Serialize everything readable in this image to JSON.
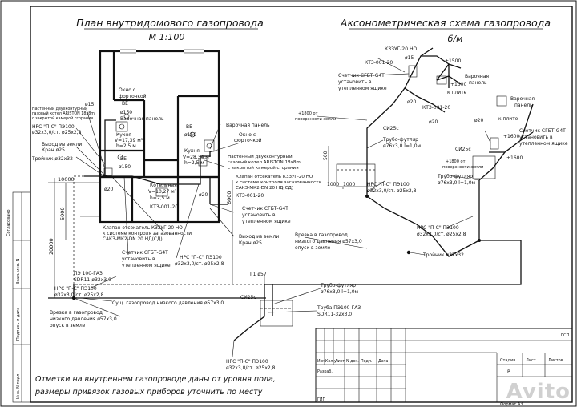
{
  "plan": {
    "title": "План внутридомового газопровода",
    "scale": "М 1:100",
    "labels": {
      "window1": "Окно с",
      "window1b": "форточкой",
      "ve1": "ВЕ",
      "d150a": "ø150",
      "cooker_panel1": "Варочная панель",
      "boiler_note1": "Настенный двухконтурный",
      "boiler_note2": "газовый котел ARISTON 18x8m",
      "boiler_note3": "с закрытой камерой сгорания",
      "d15a": "ø15",
      "nrs1": "НРС \"П-С\" ПЭ100",
      "nrs1b": "ø32x3,0/ст. ø25x2,8",
      "exit1": "Выход из земли",
      "crane1": "Кран ø25",
      "tee1": "Тройник ø32x32",
      "kitchen1": "Кухня",
      "kitchen1v": "V=17,39 м³",
      "kitchen1h": "h=2,5 м",
      "ve2": "ВЕ",
      "d150b": "ø150",
      "kitchen2": "Кухня",
      "kitchen2v": "V=28,34 м³",
      "kitchen2h": "h=2,5 м",
      "ve3": "ВЕ",
      "d150c": "ø150",
      "boilerroom": "Котельная",
      "boilerroomv": "V=10,27 м³",
      "boilerroomh": "h=2,5 м",
      "kt3": "КТЗ-001-20",
      "d20a": "ø20",
      "d20b": "ø20",
      "cooker_panel2": "Варочная панель",
      "window2": "Окно с",
      "window2b": "форточкой",
      "boiler_note4": "Настенный двухконтурный",
      "boiler_note5": "газовый котел ARISTON 18x8m",
      "boiler_note6": "с закрытой камерой сгорания",
      "valve_note1": "Клапан отсекатель КЗЗУГ-20 НО",
      "valve_note2": "к системе контроля загазованности",
      "valve_note3": "САКЗ-МК2-DN 20 НД(СД)",
      "kt3b": "КТЗ-001-20",
      "meter1": "Счетчик СГБТ-G4T",
      "meter1b": "установить в",
      "meter1c": "утепленном ящике",
      "exit2": "Выход из земли",
      "crane2": "Кран ø25",
      "valve_note4": "Клапан отсекатель КЗЗУГ-20 НО",
      "valve_note5": "к системе контроля загазованности",
      "valve_note6": "САКЗ-МК2-DN 20 НД(СД)",
      "meter2": "Счетчик СГБТ-G4T",
      "meter2b": "установить в",
      "meter2c": "утепленном ящике",
      "nrs2": "НРС \"П-С\" ПЭ100",
      "nrs2b": "ø32x3,0/ст. ø25x2,8",
      "pe100": "ПЭ 100-ГАЗ",
      "sdr": "SDR11-ø32x3,0",
      "nrs3": "НРС \"П-С\" ПЭ100",
      "nrs3b": "ø32x3,0/ст. ø25x2,8",
      "exist": "Сущ. газопровод низкого давления ø57x3,0",
      "tie1": "Врезка в газопровод",
      "tie1b": "низкого давления ø57x3,0",
      "tie1c": "опуск в земле",
      "dim10000": "10000",
      "dim5000": "5000",
      "dim20000": "20000",
      "dim6000": "6000"
    }
  },
  "axon": {
    "title": "Аксонометрическая схема газопровода",
    "subtitle": "б/м",
    "labels": {
      "k3": "КЗЗУГ-20 НО",
      "d15": "ø15",
      "kt3": "КТЗ-001-20",
      "meter": "Счетчик СГБТ-G4T",
      "meterb": "установить в",
      "meterc": "утепленном ящике",
      "p1500a": "+1500",
      "p1500b": "+1500",
      "cooker1": "Варочная",
      "cooker1b": "панель",
      "tocooker": "к плите",
      "d20a": "ø20",
      "kt3b": "КТЗ-001-20",
      "d20b": "ø20",
      "p1800": "+1800 от",
      "p1800b": "поверхности земли",
      "si25c": "СИ25с",
      "sleeve1": "Трубо-футляр",
      "sleeve1b": "ø76x3,0 l=1,0м",
      "dim500": "500",
      "dim1000a": "1000",
      "dim1000b": "1000",
      "nrs": "НРС \"П-С\" ПЭ100",
      "nrsb": "ø32x3,0/ст. ø25x2,8",
      "cooker2": "Варочная",
      "cooker2b": "панель",
      "tocooker2": "к плите",
      "d20c": "ø20",
      "meter2": "Счетчик СГБТ-G4T",
      "meter2b": "установить в",
      "meter2c": "утепленном ящике",
      "p1600a": "+1600",
      "p1600b": "+1600",
      "si25c2": "СИ25с",
      "p1800c": "+1800 от",
      "p1800d": "поверхности земли",
      "sleeve2": "Трубо-футляр",
      "sleeve2b": "ø76x3,0 l=1,0м",
      "nrs2": "НРС \"П-С\" ПЭ100",
      "nrs2b": "ø32x3,0/ст. ø25x2,8",
      "tie": "Врезка в газопровод",
      "tieb": "низкого давления ø57x3,0",
      "tiec": "опуск в земле",
      "tee": "Тройник ø32x32",
      "g1": "Г1 ø57",
      "si25c3": "СИ25с",
      "sleeve3": "Трубо-футляр",
      "sleeve3b": "ø76x3,0 l=1,0м",
      "pipe3": "Труба ПЭ100-ГАЗ",
      "pipe3b": "SDR11-32x3,0",
      "nrs3": "НРС \"П-С\" ПЭ100",
      "nrs3b": "ø32x3,0/ст. ø25x2,8"
    }
  },
  "notes": {
    "line1": "Отметки на внутреннем газопроводе даны от уровня пола,",
    "line2": "размеры привязок газовых приборов уточнить по месту"
  },
  "stamp": {
    "izm": "Изм.",
    "kol": "Кол.уч",
    "list": "Лист",
    "ndok": "N док.",
    "podp": "Подп.",
    "data": "Дата",
    "razrab": "Разраб.",
    "stadiya": "Стадия",
    "list2": "Лист",
    "listov": "Листов",
    "stadval": "Р",
    "gsp": "ГСП",
    "gip": "ГИП",
    "format": "Формат А3"
  },
  "sidebar": {
    "v1": "Согласовано",
    "v2": "Инв. N подл.",
    "v3": "Подпись и дата",
    "v4": "Взам. инв. N"
  },
  "watermark": "Avito"
}
